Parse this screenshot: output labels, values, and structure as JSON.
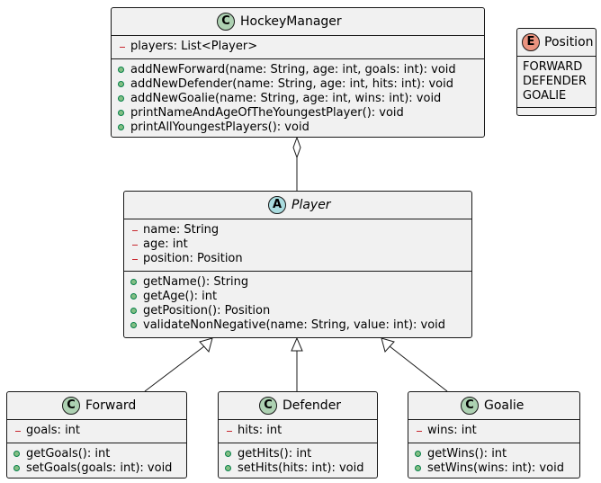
{
  "diagram": {
    "classes": {
      "hockey_manager": {
        "stereotype": "C",
        "name": "HockeyManager",
        "fields": [
          "players: List<Player>"
        ],
        "methods": [
          "addNewForward(name: String, age: int, goals: int): void",
          "addNewDefender(name: String, age: int, hits: int): void",
          "addNewGoalie(name: String, age: int, wins: int): void",
          "printNameAndAgeOfTheYoungestPlayer(): void",
          "printAllYoungestPlayers(): void"
        ]
      },
      "position": {
        "stereotype": "E",
        "name": "Position",
        "values": [
          "FORWARD",
          "DEFENDER",
          "GOALIE"
        ]
      },
      "player": {
        "stereotype": "A",
        "name": "Player",
        "fields": [
          "name: String",
          "age: int",
          "position: Position"
        ],
        "methods": [
          "getName(): String",
          "getAge(): int",
          "getPosition(): Position",
          "validateNonNegative(name: String, value: int): void"
        ]
      },
      "forward": {
        "stereotype": "C",
        "name": "Forward",
        "fields": [
          "goals: int"
        ],
        "methods": [
          "getGoals(): int",
          "setGoals(goals: int): void"
        ]
      },
      "defender": {
        "stereotype": "C",
        "name": "Defender",
        "fields": [
          "hits: int"
        ],
        "methods": [
          "getHits(): int",
          "setHits(hits: int): void"
        ]
      },
      "goalie": {
        "stereotype": "C",
        "name": "Goalie",
        "fields": [
          "wins: int"
        ],
        "methods": [
          "getWins(): int",
          "setWins(wins: int): void"
        ]
      }
    }
  }
}
